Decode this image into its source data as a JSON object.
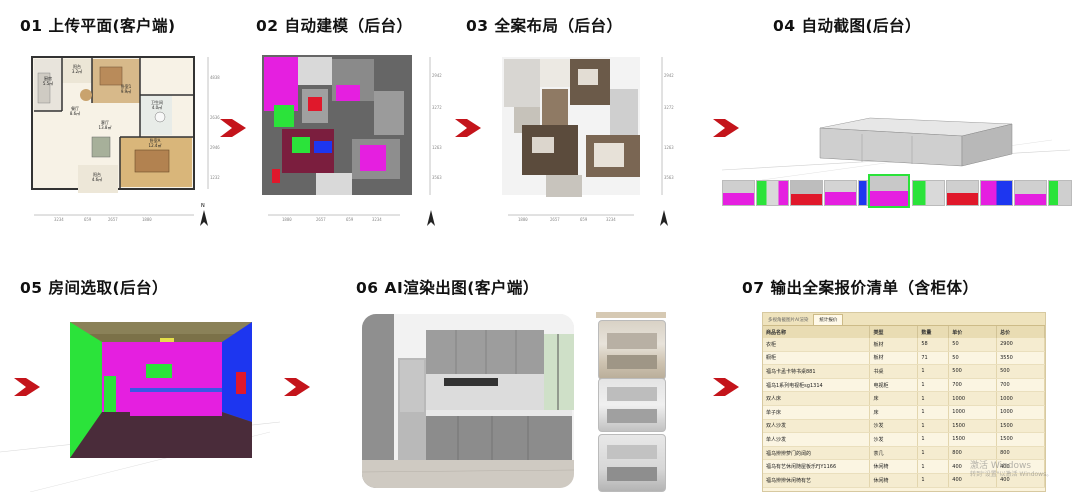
{
  "steps": [
    {
      "label": "01 上传平面(客户端)"
    },
    {
      "label": "02 自动建模（后台）"
    },
    {
      "label": "03 全案布局（后台）"
    },
    {
      "label": "04 自动截图(后台）"
    },
    {
      "label": "05 房间选取(后台）"
    },
    {
      "label": "06 AI渲染出图(客户端）"
    },
    {
      "label": "07 输出全案报价清单（含柜体）"
    }
  ],
  "floorplan": {
    "rooms": [
      {
        "name": "厨房",
        "area": "5.5㎡"
      },
      {
        "name": "阳台",
        "area": "3.2㎡"
      },
      {
        "name": "卧室1",
        "area": "9.9㎡"
      },
      {
        "name": "餐厅",
        "area": "8.6㎡"
      },
      {
        "name": "卫生间",
        "area": "4.0㎡"
      },
      {
        "name": "客厅",
        "area": "13.8㎡"
      },
      {
        "name": "卧室A",
        "area": "12.4㎡"
      },
      {
        "name": "阳台",
        "area": "4.6㎡"
      }
    ],
    "dims_bottom": [
      "3234",
      "659",
      "2657",
      "1880"
    ],
    "dims_bottom_2": [
      "1880",
      "2657",
      "659",
      "3234"
    ],
    "dims_right": [
      "4838",
      "2636",
      "2946",
      "1232"
    ],
    "dims_right_2": [
      "2942",
      "3272",
      "1263",
      "3563"
    ],
    "north": "N"
  },
  "colors": {
    "arrow": "#c4141b",
    "magenta": "#e51fe0",
    "green": "#2be33a",
    "blue": "#1d36f0",
    "red": "#e0182b",
    "grey": "#7a7a7a"
  },
  "quote": {
    "tabs": [
      "多视角截图片AI渲染",
      "统计报价"
    ],
    "columns": [
      "商品名称",
      "类型",
      "数量",
      "单价",
      "总价"
    ],
    "rows": [
      [
        "衣柜",
        "板材",
        "58",
        "50",
        "2900"
      ],
      [
        "橱柜",
        "板材",
        "71",
        "50",
        "3550"
      ],
      [
        "福乌卡孟卡特书桌881",
        "书桌",
        "1",
        "500",
        "500"
      ],
      [
        "福乌1系列电视柜sg1314",
        "电视柜",
        "1",
        "700",
        "700"
      ],
      [
        "双人床",
        "床",
        "1",
        "1000",
        "1000"
      ],
      [
        "单子床",
        "床",
        "1",
        "1000",
        "1000"
      ],
      [
        "双人沙发",
        "沙发",
        "1",
        "1500",
        "1500"
      ],
      [
        "单人沙发",
        "沙发",
        "1",
        "1500",
        "1500"
      ],
      [
        "福乌辨辨萝门的阔的",
        "茶几",
        "1",
        "800",
        "800"
      ],
      [
        "福乌有艺休闲随屋板乐FJY1166",
        "休闲椅",
        "1",
        "400",
        "400"
      ],
      [
        "福乌辨辨休闲椅有艺",
        "休闲椅",
        "1",
        "400",
        "400"
      ]
    ]
  },
  "watermark": {
    "line1": "激活 Windows",
    "line2": "转到\"设置\"以激活 Windows。"
  }
}
